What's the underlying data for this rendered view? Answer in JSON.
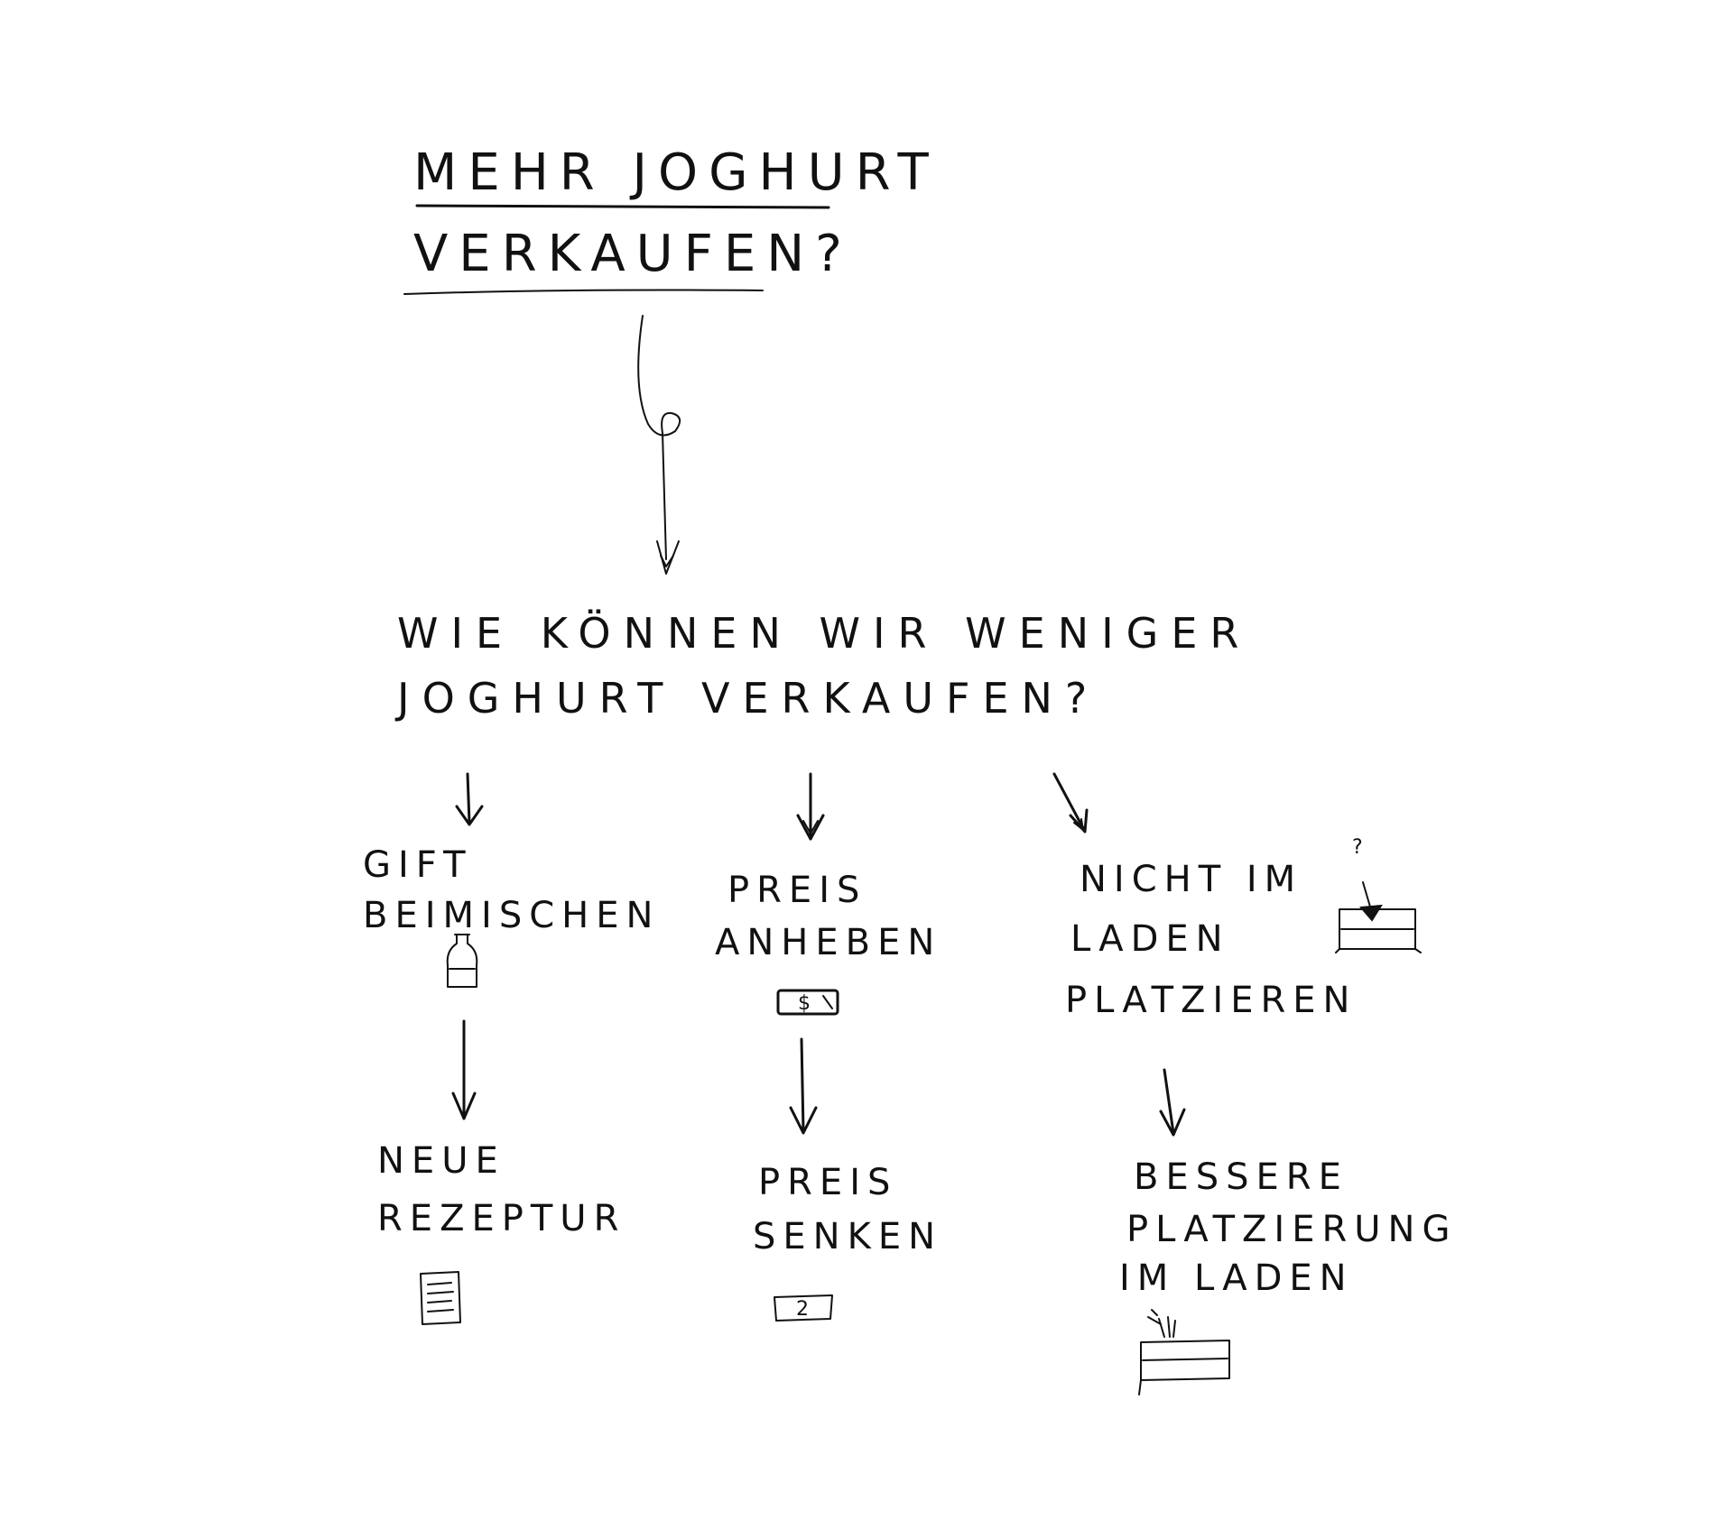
{
  "diagram": {
    "title": {
      "line1": "MEHR JOGHURT",
      "line2": "VERKAUFEN?"
    },
    "reframe": {
      "line1": "WIE KÖNNEN WIR WENIGER",
      "line2": "JOGHURT VERKAUFEN?"
    },
    "branches": [
      {
        "idea": {
          "line1": "GIFT",
          "line2": "BEIMISCHEN",
          "icon": "bottle-icon"
        },
        "outcome": {
          "line1": "NEUE",
          "line2": "REZEPTUR",
          "icon": "document-icon"
        }
      },
      {
        "idea": {
          "line1": "PREIS",
          "line2": "ANHEBEN",
          "icon": "money-note-icon",
          "icon_label": "$"
        },
        "outcome": {
          "line1": "PREIS",
          "line2": "SENKEN",
          "icon": "money-note-icon",
          "icon_label": "2"
        }
      },
      {
        "idea": {
          "line1": "NICHT IM",
          "line2": "LADEN",
          "line3": "PLATZIEREN",
          "icon": "shelf-icon",
          "icon_label": "?"
        },
        "outcome": {
          "line1": "BESSERE",
          "line2": "PLATZIERUNG",
          "line3": "IM LADEN",
          "icon": "shelf-icon"
        }
      }
    ]
  }
}
